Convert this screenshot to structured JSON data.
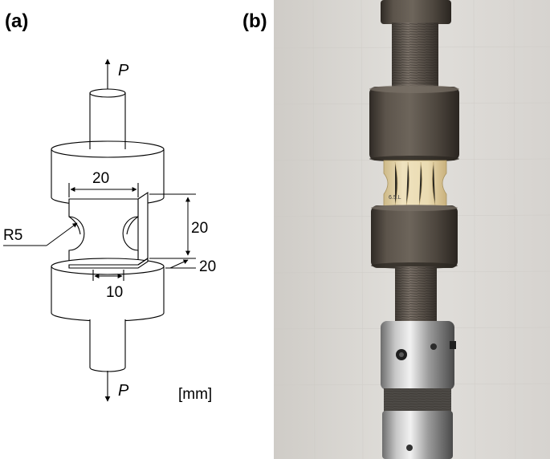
{
  "panel_a": {
    "label": "(a)",
    "load_top": "P",
    "load_bottom": "P",
    "dim_block_width": "20",
    "dim_block_height": "20",
    "dim_block_depth": "20",
    "dim_neck_width": "10",
    "notch_radius": "R5",
    "units": "[mm]"
  },
  "panel_b": {
    "label": "(b)",
    "specimen_stamp": "6.5.L"
  },
  "colors": {
    "line": "#000000",
    "photo_background": "#d9d6d1",
    "steel_dark": "#4a443e",
    "wood": "#e8d8ad",
    "chrome": "#b9b9b9"
  }
}
